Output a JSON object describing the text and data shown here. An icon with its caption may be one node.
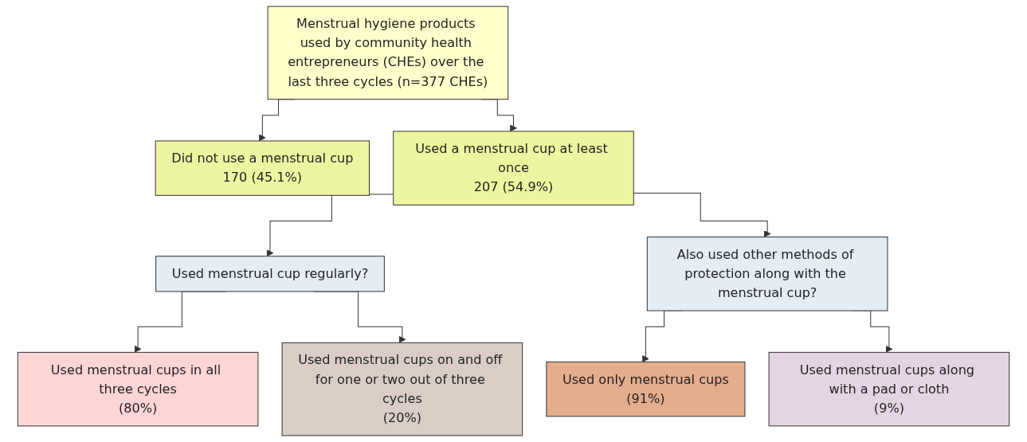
{
  "diagram": {
    "nodes": [
      {
        "text": [
          "Menstrual hygiene products used by community health entrepreneurs (CHEs) over the last three cycles (n=377 CHEs)"
        ]
      },
      {
        "text": [
          "Did not use a menstrual cup",
          "170 (45.1%)"
        ]
      },
      {
        "text": [
          "Used a menstrual cup at least once",
          "207 (54.9%)"
        ]
      },
      {
        "text": [
          "Used menstrual cup regularly?"
        ]
      },
      {
        "text": [
          "Also used other methods of protection along with the menstrual cup?"
        ]
      },
      {
        "text": [
          "Used menstrual cups in all three cycles",
          "(80%)"
        ]
      },
      {
        "text": [
          "Used menstrual cups on and off for one or two out of three cycles",
          "(20%)"
        ]
      },
      {
        "text": [
          "Used only menstrual cups",
          "(91%)"
        ]
      },
      {
        "text": [
          "Used menstrual cups along with a pad or cloth",
          "(9%)"
        ]
      }
    ],
    "edges": [
      {
        "from": 0,
        "to": 1,
        "arrow": "to"
      },
      {
        "from": 0,
        "to": 2,
        "arrow": "to"
      },
      {
        "from": 2,
        "to": 3,
        "arrow": "to"
      },
      {
        "from": 2,
        "to": 4,
        "arrow": "to"
      },
      {
        "from": 3,
        "to": 5,
        "arrow": "to"
      },
      {
        "from": 3,
        "to": 6,
        "arrow": "to"
      },
      {
        "from": 4,
        "to": 7,
        "arrow": "to"
      },
      {
        "from": 4,
        "to": 8,
        "arrow": "to"
      }
    ]
  }
}
